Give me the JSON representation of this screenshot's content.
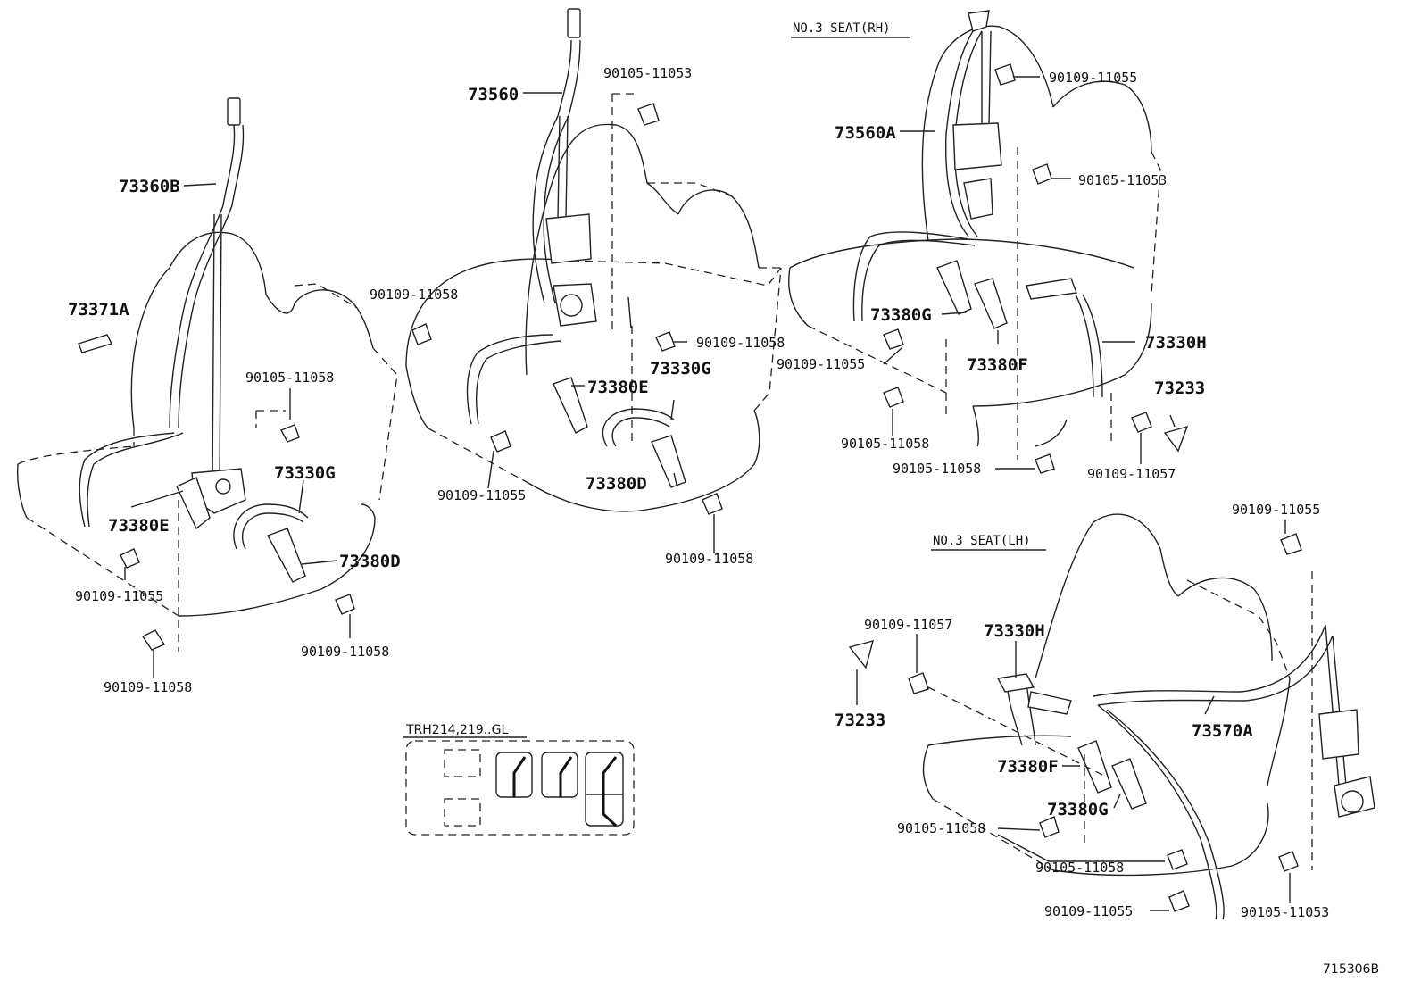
{
  "headers": {
    "no3_rh": "NO.3 SEAT(RH)",
    "no3_lh": "NO.3 SEAT(LH)",
    "legend_title": "TRH214,219..GL"
  },
  "diagram_id": "715306B",
  "labels": {
    "a_73360B": "73360B",
    "a_73371A": "73371A",
    "a_90105_11058": "90105-11058",
    "a_73330G": "73330G",
    "a_73380E": "73380E",
    "a_73380D": "73380D",
    "a_90109_11055": "90109-11055",
    "a_90109_11058a": "90109-11058",
    "a_90109_11058b": "90109-11058",
    "b_73560": "73560",
    "b_90105_11053": "90105-11053",
    "b_90109_11058a": "90109-11058",
    "b_90109_11058b": "90109-11058",
    "b_73330G": "73330G",
    "b_73380E": "73380E",
    "b_73380D": "73380D",
    "b_90109_11055": "90109-11055",
    "b_90109_11058c": "90109-11058",
    "c_90109_11055a": "90109-11055",
    "c_73560A": "73560A",
    "c_90105_11053": "90105-11053",
    "c_73380G": "73380G",
    "c_90109_11055b": "90109-11055",
    "c_73380F": "73380F",
    "c_73330H": "73330H",
    "c_73233": "73233",
    "c_90105_11058a": "90105-11058",
    "c_90105_11058b": "90105-11058",
    "c_90109_11057": "90109-11057",
    "d_90109_11055a": "90109-11055",
    "d_90109_11057": "90109-11057",
    "d_73330H": "73330H",
    "d_73233": "73233",
    "d_73570A": "73570A",
    "d_73380F": "73380F",
    "d_73380G": "73380G",
    "d_90105_11058a": "90105-11058",
    "d_90105_11058b": "90105-11058",
    "d_90109_11055b": "90109-11055",
    "d_90105_11053": "90105-11053"
  }
}
